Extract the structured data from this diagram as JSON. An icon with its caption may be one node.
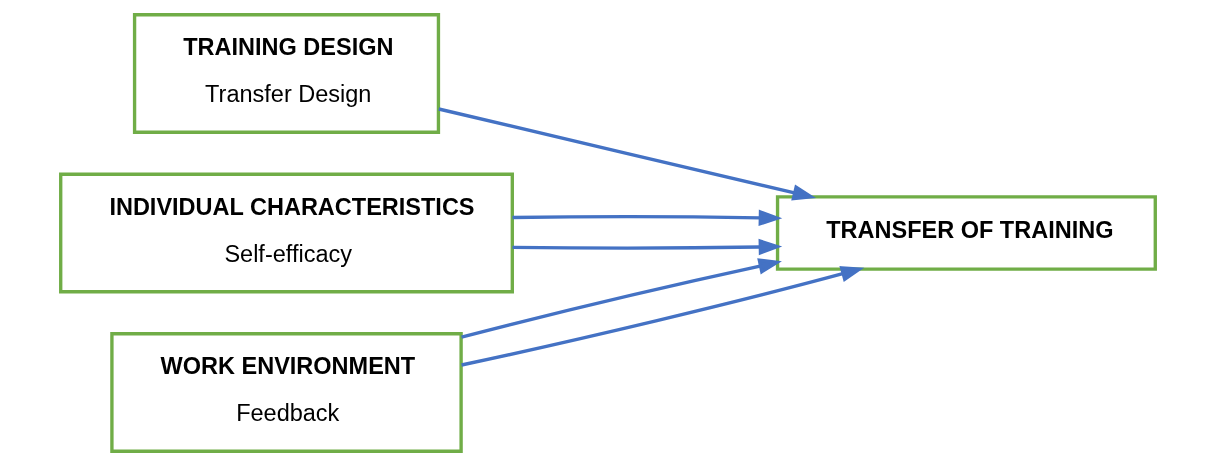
{
  "diagram": {
    "nodes": [
      {
        "text": [
          "TRAINING DESIGN",
          "Transfer Design"
        ]
      },
      {
        "text": [
          "INDIVIDUAL CHARACTERISTICS",
          "Self-efficacy"
        ]
      },
      {
        "text": [
          "WORK ENVIRONMENT",
          "Feedback"
        ]
      },
      {
        "text": [
          "TRANSFER OF TRAINING"
        ]
      }
    ],
    "edges": [
      {
        "from": 0,
        "to": 3,
        "arrow": "to"
      },
      {
        "from": 1,
        "to": 3,
        "arrow": "to"
      },
      {
        "from": 1,
        "to": 3,
        "arrow": "to"
      },
      {
        "from": 2,
        "to": 3,
        "arrow": "to"
      },
      {
        "from": 2,
        "to": 3,
        "arrow": "to"
      }
    ]
  }
}
